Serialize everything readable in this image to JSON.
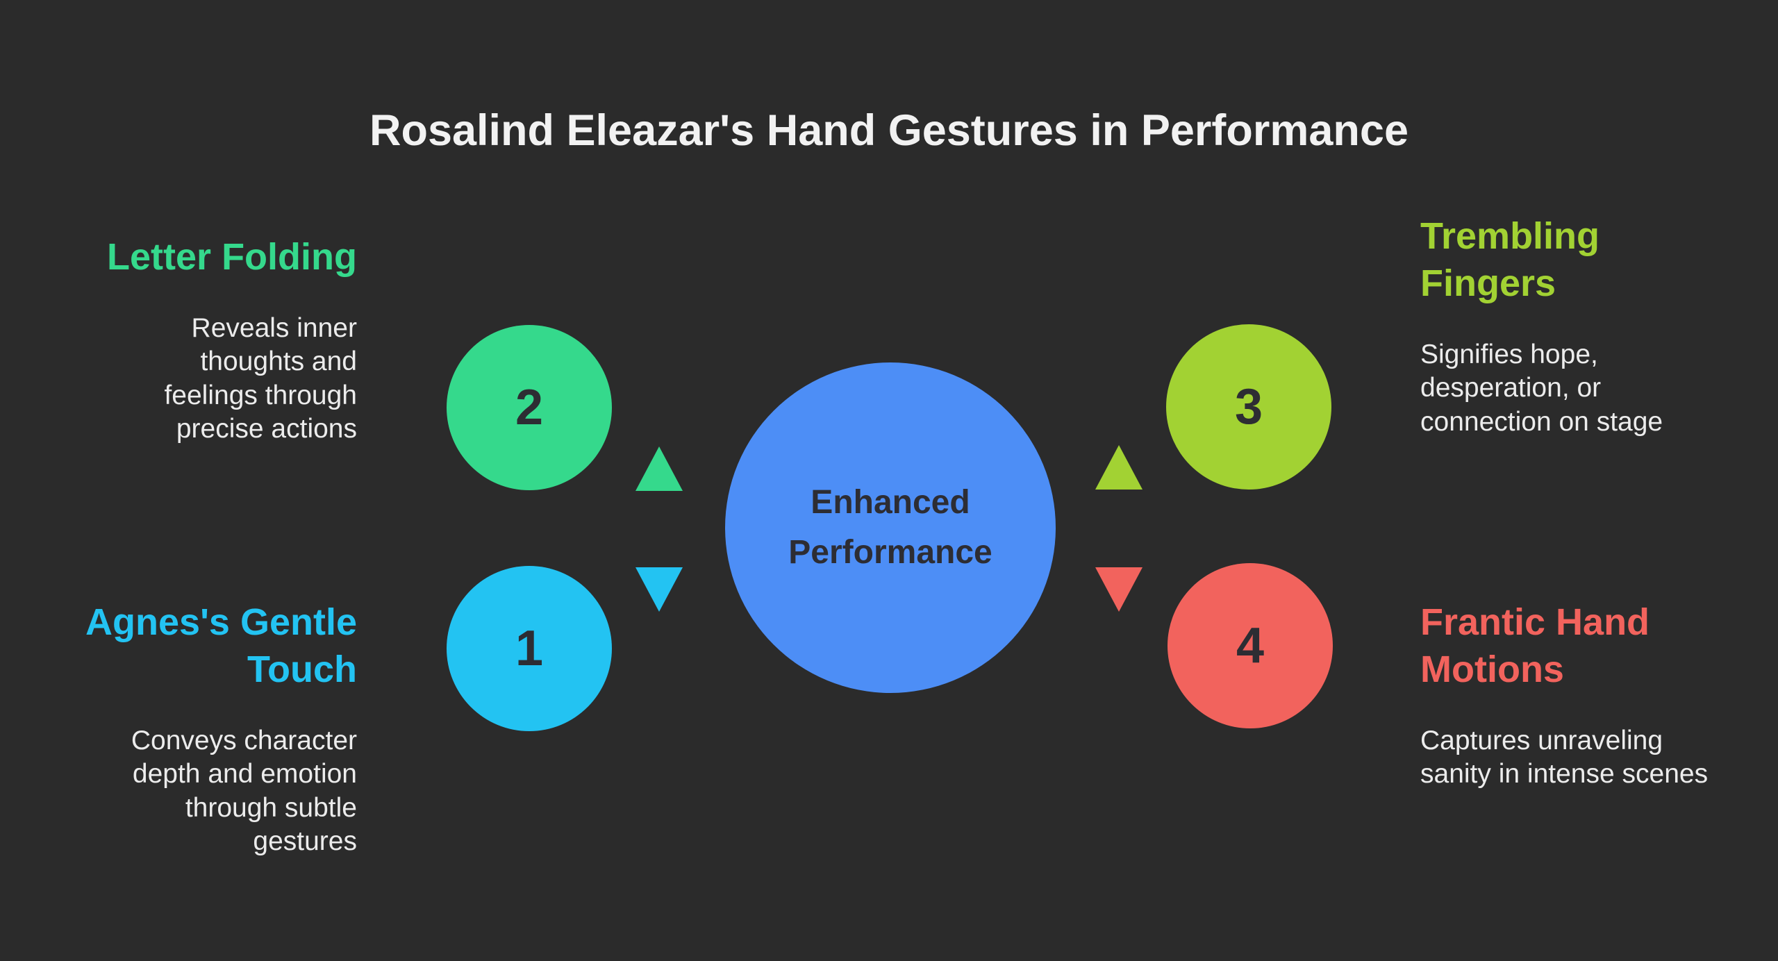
{
  "title": "Rosalind Eleazar's Hand Gestures in Performance",
  "center": {
    "label": "Enhanced Performance",
    "color": "#4d8ef6",
    "text_color": "#2d2d33"
  },
  "items": [
    {
      "number": "1",
      "heading": "Agnes's Gentle Touch",
      "description": "Conveys character depth and emotion through subtle gestures",
      "color": "#23c3f2",
      "position": "left-bottom"
    },
    {
      "number": "2",
      "heading": "Letter Folding",
      "description": "Reveals inner thoughts and feelings through precise actions",
      "color": "#35d98c",
      "position": "left-top"
    },
    {
      "number": "3",
      "heading": "Trembling Fingers",
      "description": "Signifies hope, desperation, or connection on stage",
      "color": "#a2d233",
      "position": "right-top"
    },
    {
      "number": "4",
      "heading": "Frantic Hand Motions",
      "description": "Captures unraveling sanity in intense scenes",
      "color": "#f2635d",
      "position": "right-bottom"
    }
  ],
  "arrows": [
    {
      "direction": "up",
      "side": "left",
      "color": "#35d98c"
    },
    {
      "direction": "down",
      "side": "left",
      "color": "#23c3f2"
    },
    {
      "direction": "up",
      "side": "right",
      "color": "#a2d233"
    },
    {
      "direction": "down",
      "side": "right",
      "color": "#f2635d"
    }
  ],
  "colors": {
    "background": "#2b2b2b",
    "title_text": "#f2f2f2",
    "body_text": "#ececec",
    "shape_text": "#2d2d33"
  }
}
